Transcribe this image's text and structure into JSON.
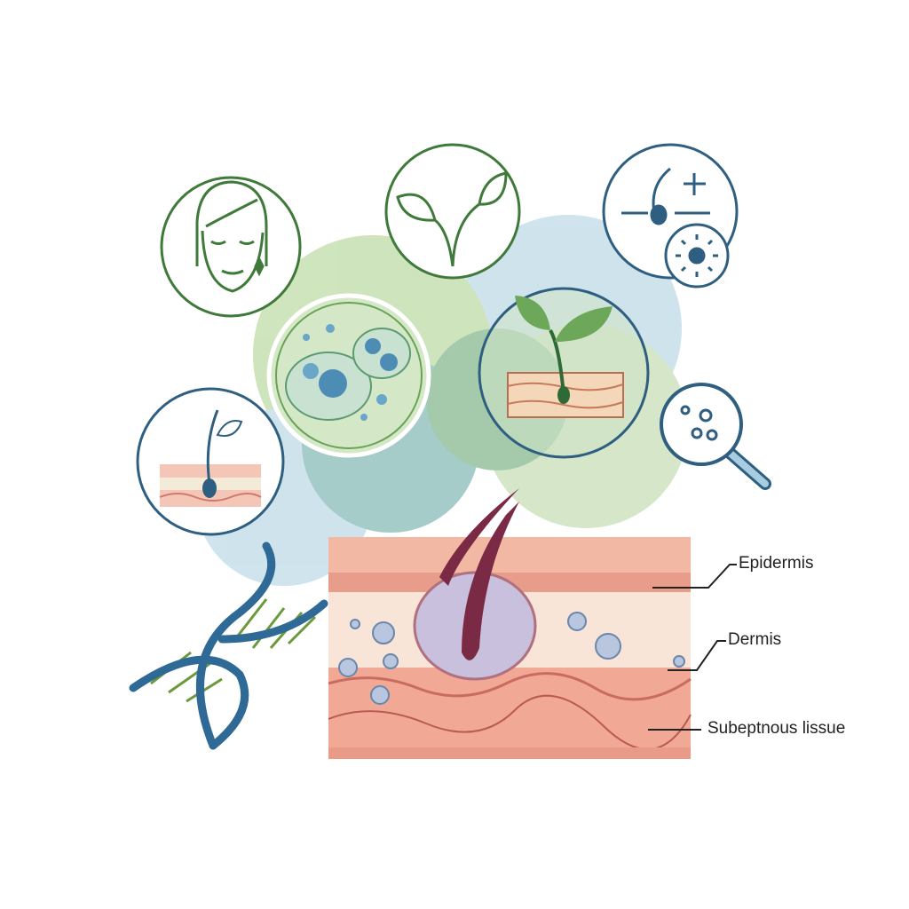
{
  "labels": {
    "epidermis": "Epidermis",
    "dermis": "Dermis",
    "subcutaneous": "Subeptnous lissue"
  },
  "icons": [
    "face-icon",
    "plant-leaves-icon",
    "hair-follicle-sun-icon",
    "cells-icon",
    "sprout-skin-icon",
    "hair-skin-layer-icon",
    "magnifier-icon",
    "dna-helix-icon",
    "skin-cross-section"
  ],
  "colors": {
    "green": "#4f8a3c",
    "blue": "#2f6a8a",
    "skin": "#f2b3a0",
    "hair": "#7a2a45"
  }
}
